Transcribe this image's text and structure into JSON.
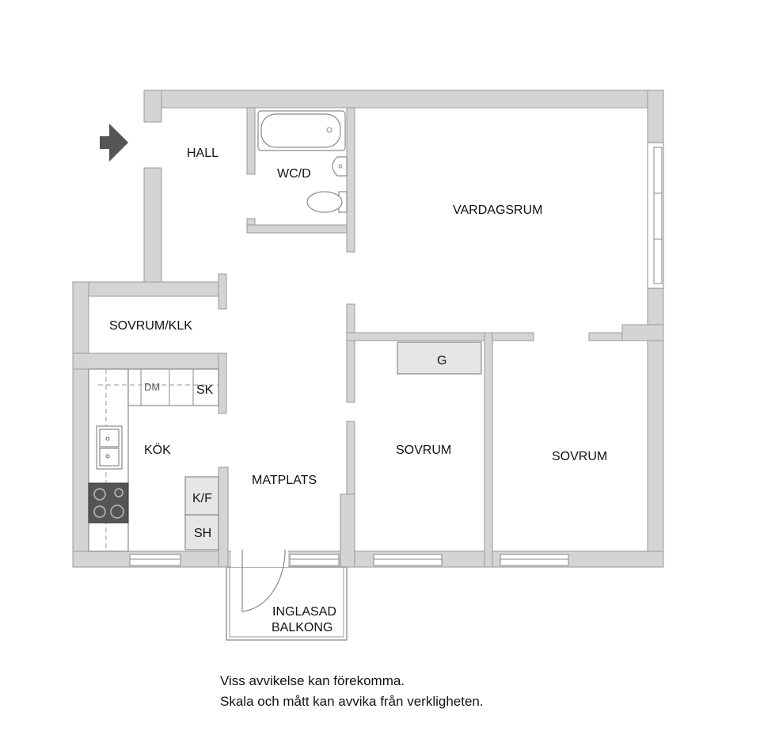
{
  "rooms": {
    "hall": "HALL",
    "wc": "WC/D",
    "vardagsrum": "VARDAGSRUM",
    "sovrum_klk": "SOVRUM/KLK",
    "kok": "KÖK",
    "matplats": "MATPLATS",
    "sovrum_1": "SOVRUM",
    "sovrum_2": "SOVRUM",
    "balkong_line1": "INGLASAD",
    "balkong_line2": "BALKONG"
  },
  "fixtures": {
    "dishwasher": "DM",
    "cabinet_sk": "SK",
    "fridge_freezer": "K/F",
    "cabinet_sh": "SH",
    "wardrobe": "G"
  },
  "disclaimer": {
    "line1": "Viss avvikelse kan förekomma.",
    "line2": "Skala och mått kan avvika från verkligheten."
  },
  "colors": {
    "wall": "#d4d4d4",
    "stove": "#555555"
  }
}
